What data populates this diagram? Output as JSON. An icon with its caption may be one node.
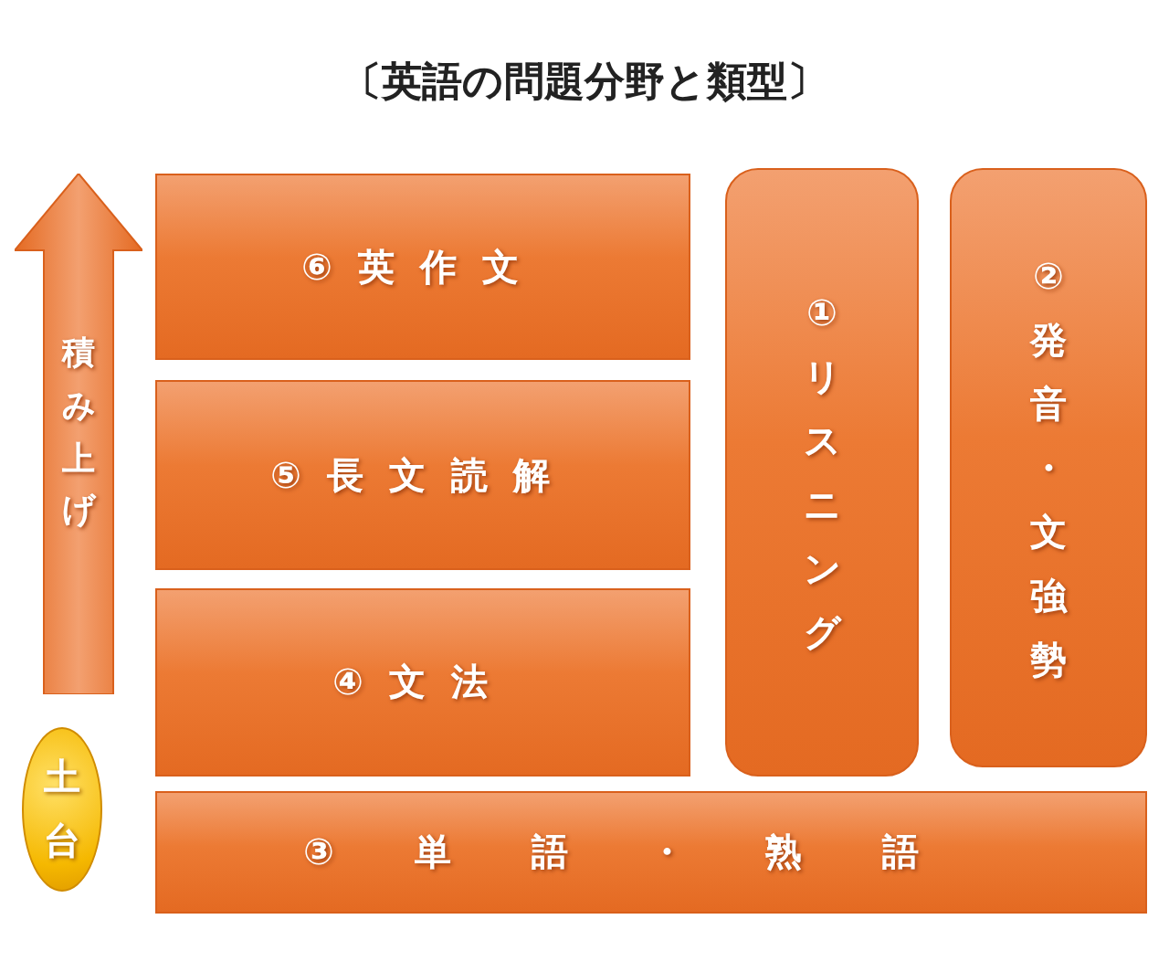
{
  "diagram": {
    "title": "〔英語の問題分野と類型〕",
    "nodes": [
      {
        "text": [
          "積み上げ"
        ]
      },
      {
        "text": [
          "⑥英作文"
        ]
      },
      {
        "text": [
          "⑤長文読解"
        ]
      },
      {
        "text": [
          "④文法"
        ]
      },
      {
        "text": [
          "①リスニング"
        ]
      },
      {
        "text": [
          "②発音・文強勢"
        ]
      },
      {
        "text": [
          "土台"
        ]
      },
      {
        "text": [
          "③単語・熟語"
        ]
      }
    ],
    "edges": []
  }
}
